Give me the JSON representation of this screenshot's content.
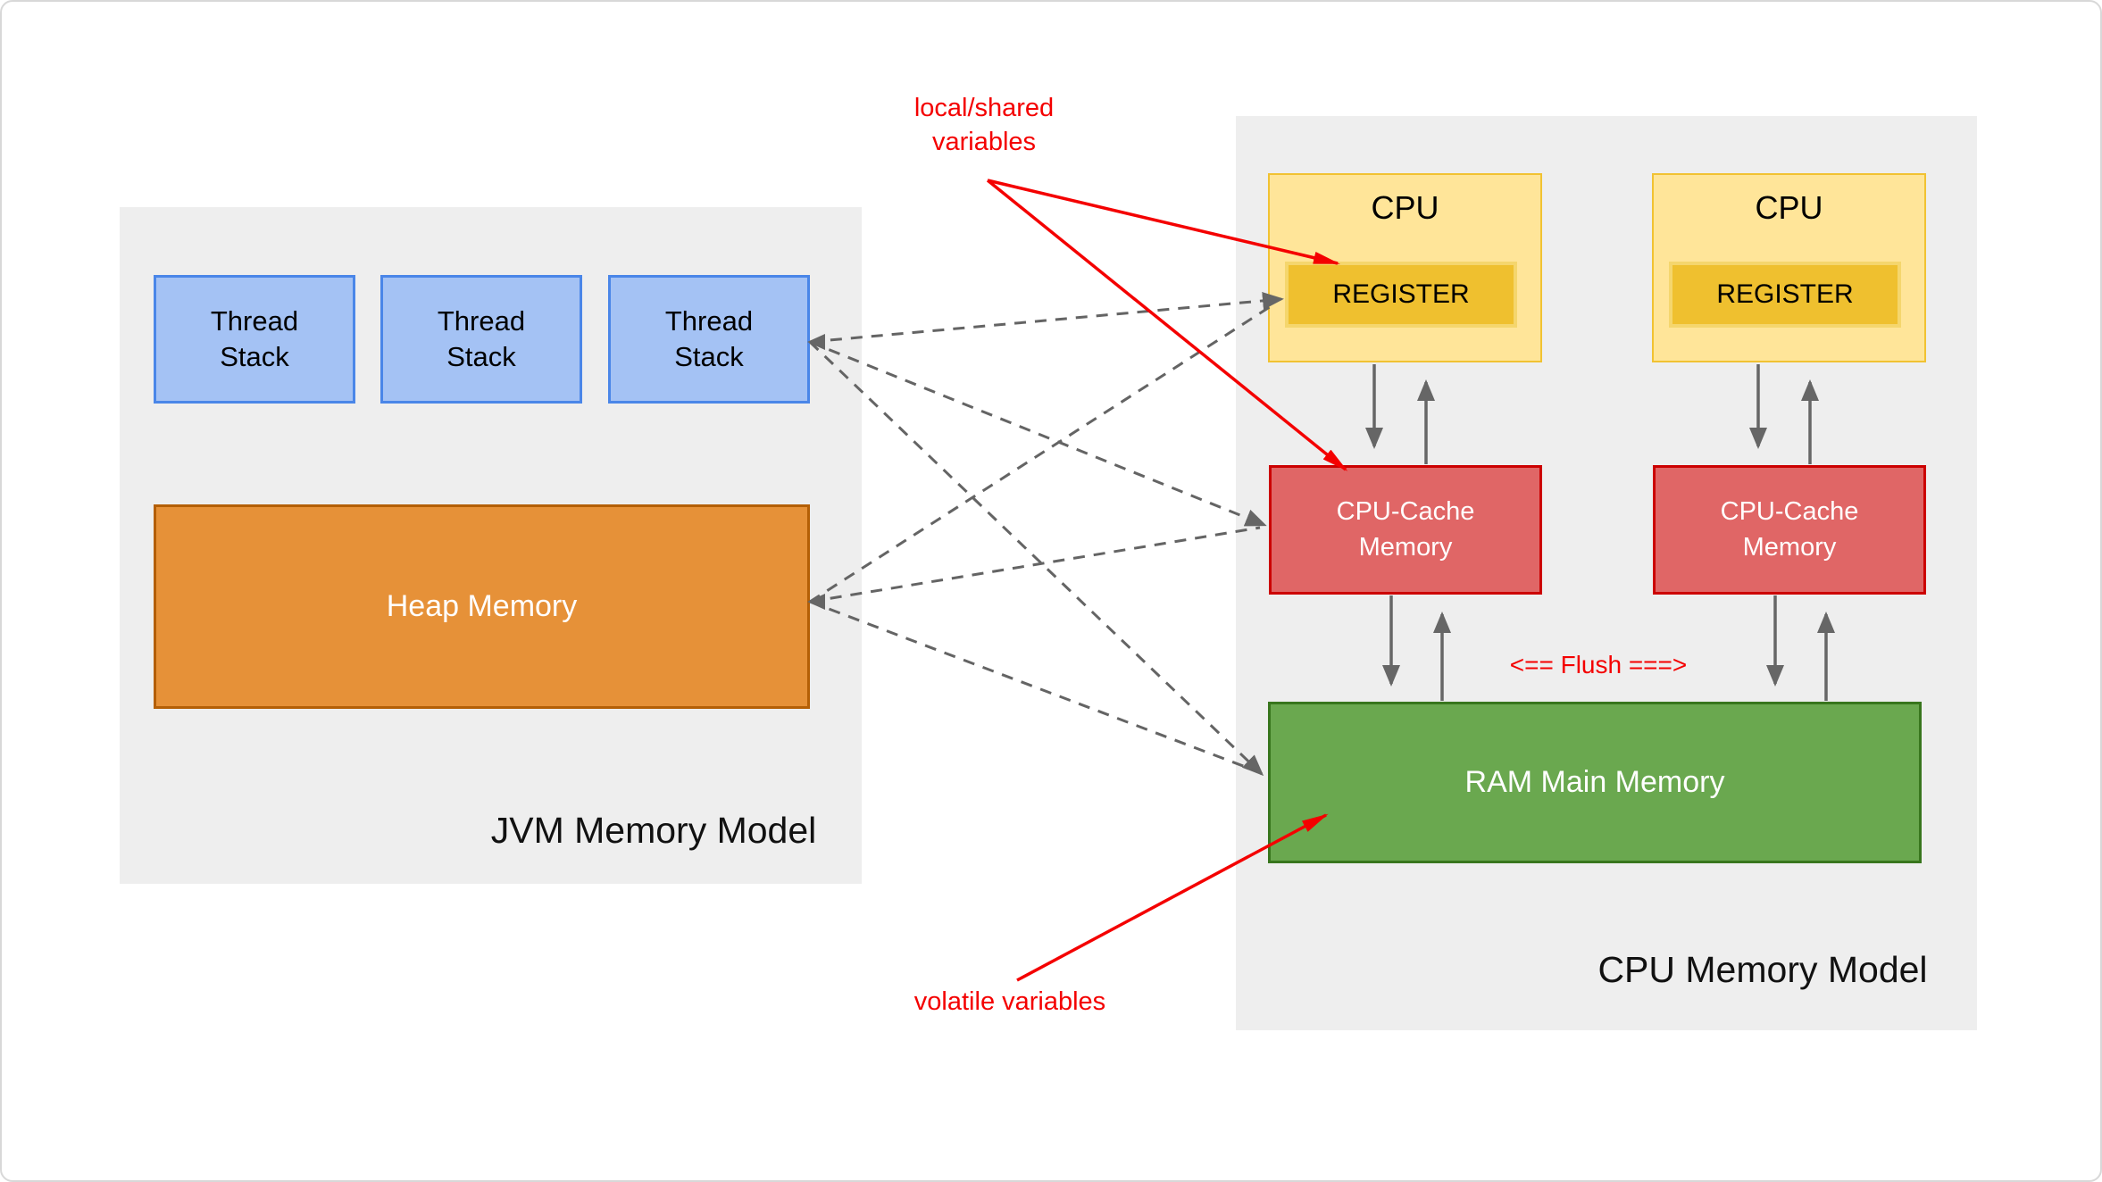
{
  "jvm": {
    "label": "JVM Memory Model",
    "stacks": [
      "Thread Stack",
      "Thread Stack",
      "Thread Stack"
    ],
    "heap": "Heap Memory"
  },
  "cpu": {
    "label": "CPU Memory Model",
    "cpu_title": "CPU",
    "register": "REGISTER",
    "cache": "CPU-Cache Memory",
    "ram": "RAM Main Memory",
    "flush": "<== Flush ===>"
  },
  "annotations": {
    "local_shared_line1": "local/shared",
    "local_shared_line2": "variables",
    "volatile": "volatile variables"
  },
  "connections": {
    "dashed_mesh": [
      "thread-stack-3 <-> register-1",
      "thread-stack-3 <-> cpu-cache-1",
      "thread-stack-3 <-> ram-main-memory",
      "heap-memory <-> register-1",
      "heap-memory <-> cpu-cache-1",
      "heap-memory <-> ram-main-memory"
    ],
    "solid_vertical": [
      "cpu-1 -> cpu-cache-1",
      "cpu-cache-1 -> cpu-1",
      "cpu-cache-1 -> ram",
      "ram -> cpu-cache-1",
      "cpu-2 -> cpu-cache-2",
      "cpu-cache-2 -> cpu-2",
      "cpu-cache-2 -> ram",
      "ram -> cpu-cache-2"
    ],
    "red_annotation_arrows": [
      "local/shared variables -> register-1",
      "local/shared variables -> cpu-cache-1",
      "volatile variables -> ram-main-memory"
    ]
  },
  "colors": {
    "panel_gray": "#eeeeee",
    "stack_fill": "#a4c2f4",
    "stack_border": "#4a86e8",
    "heap_fill": "#e69138",
    "heap_border": "#b45f06",
    "cpu_fill": "#ffe599",
    "cpu_border": "#f1c232",
    "register_fill": "#efc02f",
    "cache_fill": "#e06666",
    "cache_border": "#cc0000",
    "ram_fill": "#6aa84f",
    "ram_border": "#38761d",
    "arrow_gray": "#666666",
    "annotation_red": "#f40000"
  }
}
